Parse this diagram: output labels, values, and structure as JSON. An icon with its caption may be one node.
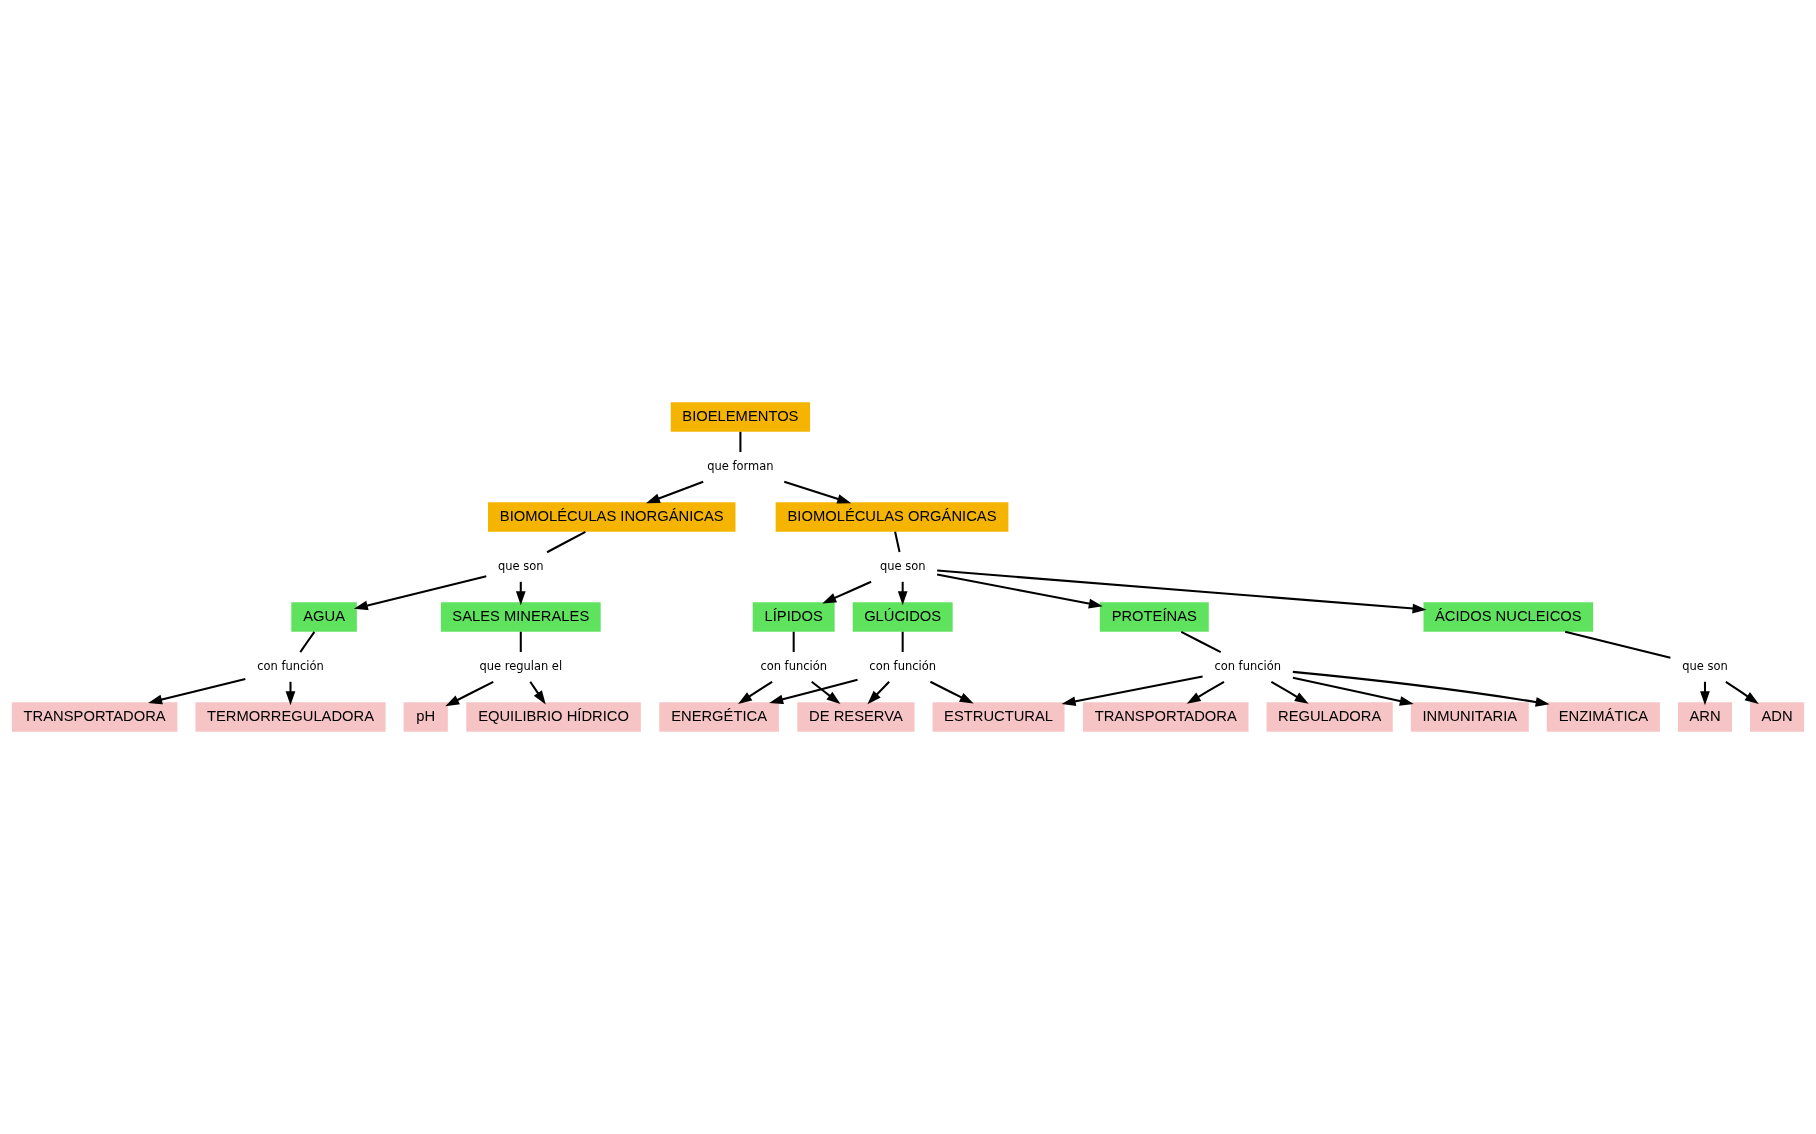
{
  "diagram": {
    "nodes": [
      {
        "text": [
          "BIOELEMENTOS"
        ]
      },
      {
        "text": [
          "que forman"
        ]
      },
      {
        "text": [
          "BIOMOLÉCULAS INORGÁNICAS"
        ]
      },
      {
        "text": [
          "BIOMOLÉCULAS ORGÁNICAS"
        ]
      },
      {
        "text": [
          "que son"
        ]
      },
      {
        "text": [
          "que son"
        ]
      },
      {
        "text": [
          "AGUA"
        ]
      },
      {
        "text": [
          "SALES MINERALES"
        ]
      },
      {
        "text": [
          "GLÚCIDOS"
        ]
      },
      {
        "text": [
          "LÍPIDOS"
        ]
      },
      {
        "text": [
          "PROTEÍNAS"
        ]
      },
      {
        "text": [
          "ÁCIDOS NUCLEICOS"
        ]
      },
      {
        "text": [
          "con función"
        ]
      },
      {
        "text": [
          "con función"
        ]
      },
      {
        "text": [
          "con función"
        ]
      },
      {
        "text": [
          "que son"
        ]
      },
      {
        "text": [
          "que regulan el"
        ]
      },
      {
        "text": [
          "REGULADORA"
        ]
      },
      {
        "text": [
          "con función"
        ]
      },
      {
        "text": [
          "INMUNITARIA"
        ]
      },
      {
        "text": [
          "pH"
        ]
      },
      {
        "text": [
          "EQUILIBRIO HÍDRICO"
        ]
      },
      {
        "text": [
          "ADN"
        ]
      },
      {
        "text": [
          "DE RESERVA"
        ]
      },
      {
        "text": [
          "ENZIMÁTICA"
        ]
      },
      {
        "text": [
          "ENERGÉTICA"
        ]
      },
      {
        "text": [
          "ARN"
        ]
      },
      {
        "text": [
          "TRANSPORTADORA"
        ]
      },
      {
        "text": [
          "ESTRUCTURAL"
        ]
      },
      {
        "text": [
          "TRANSPORTADORA"
        ]
      },
      {
        "text": [
          "TERMORREGULADORA"
        ]
      }
    ],
    "edges": [
      {
        "from": 0,
        "to": 1,
        "arrow": "none"
      },
      {
        "from": 1,
        "to": 2,
        "arrow": "to"
      },
      {
        "from": 1,
        "to": 3,
        "arrow": "to"
      },
      {
        "from": 2,
        "to": 4,
        "arrow": "none"
      },
      {
        "from": 4,
        "to": 6,
        "arrow": "to"
      },
      {
        "from": 4,
        "to": 7,
        "arrow": "to"
      },
      {
        "from": 3,
        "to": 5,
        "arrow": "none"
      },
      {
        "from": 5,
        "to": 8,
        "arrow": "to"
      },
      {
        "from": 5,
        "to": 9,
        "arrow": "to"
      },
      {
        "from": 5,
        "to": 10,
        "arrow": "to"
      },
      {
        "from": 5,
        "to": 11,
        "arrow": "to"
      },
      {
        "from": 6,
        "to": 18,
        "arrow": "none"
      },
      {
        "from": 18,
        "to": 27,
        "arrow": "to"
      },
      {
        "from": 18,
        "to": 30,
        "arrow": "to"
      },
      {
        "from": 7,
        "to": 16,
        "arrow": "none"
      },
      {
        "from": 16,
        "to": 20,
        "arrow": "to"
      },
      {
        "from": 16,
        "to": 21,
        "arrow": "to"
      },
      {
        "from": 8,
        "to": 12,
        "arrow": "none"
      },
      {
        "from": 12,
        "to": 23,
        "arrow": "to"
      },
      {
        "from": 12,
        "to": 25,
        "arrow": "to"
      },
      {
        "from": 12,
        "to": 28,
        "arrow": "to"
      },
      {
        "from": 9,
        "to": 13,
        "arrow": "none"
      },
      {
        "from": 13,
        "to": 23,
        "arrow": "to"
      },
      {
        "from": 13,
        "to": 25,
        "arrow": "to"
      },
      {
        "from": 10,
        "to": 14,
        "arrow": "none"
      },
      {
        "from": 14,
        "to": 17,
        "arrow": "to"
      },
      {
        "from": 14,
        "to": 19,
        "arrow": "to"
      },
      {
        "from": 14,
        "to": 24,
        "arrow": "to"
      },
      {
        "from": 14,
        "to": 28,
        "arrow": "to"
      },
      {
        "from": 14,
        "to": 29,
        "arrow": "to"
      },
      {
        "from": 11,
        "to": 15,
        "arrow": "none"
      },
      {
        "from": 15,
        "to": 22,
        "arrow": "to"
      },
      {
        "from": 15,
        "to": 26,
        "arrow": "to"
      }
    ]
  }
}
